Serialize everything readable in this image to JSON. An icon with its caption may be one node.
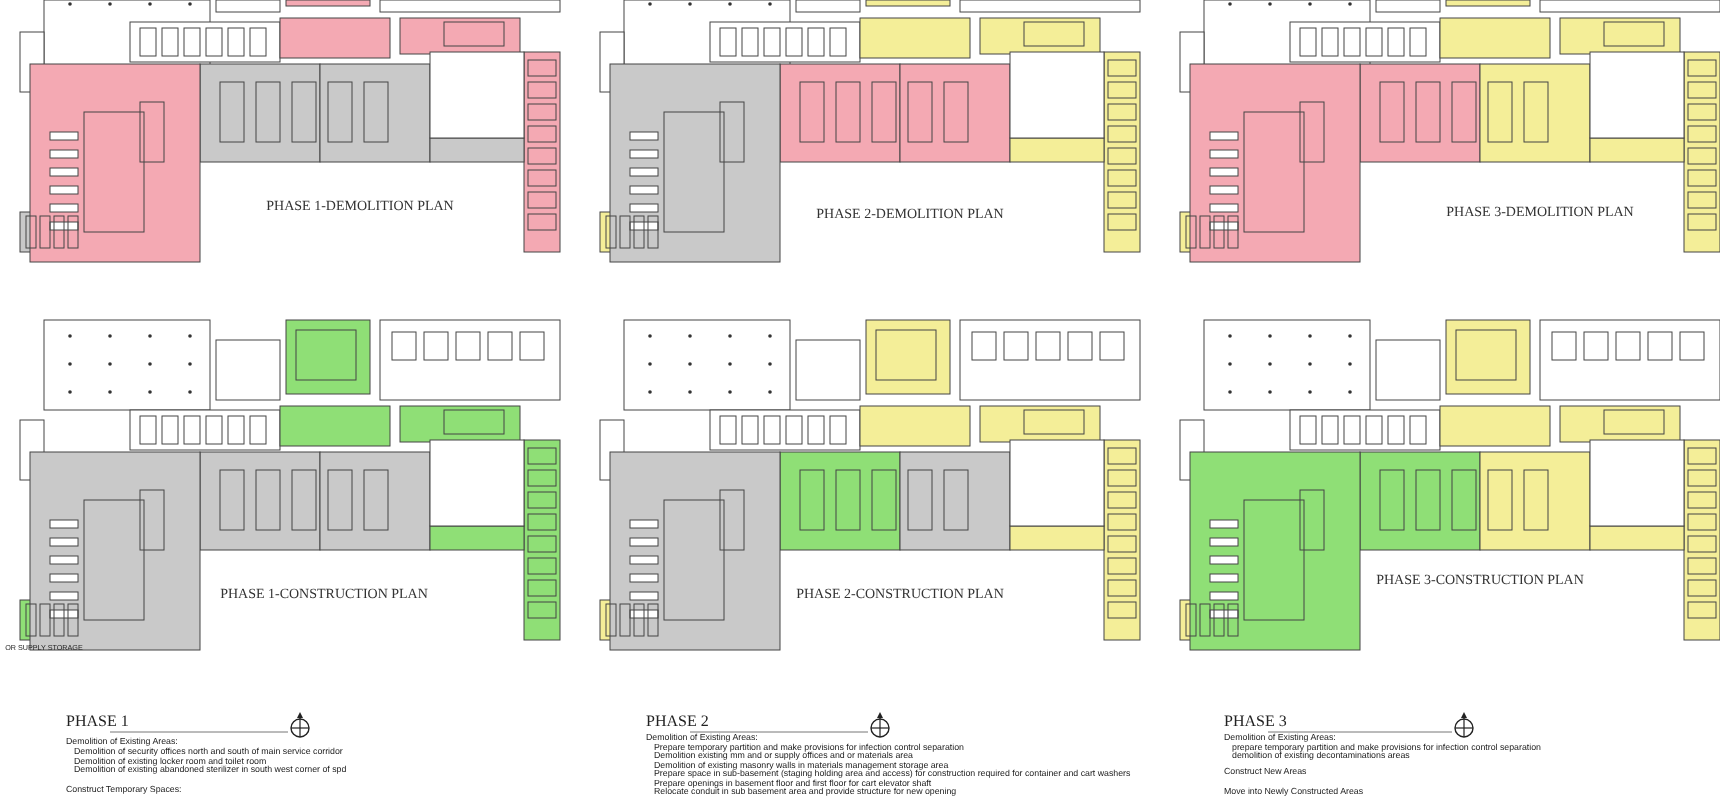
{
  "diagram": {
    "labels": [
      "PHASE 1-DEMOLITION PLAN",
      "PHASE 2-DEMOLITION PLAN",
      "PHASE 3-DEMOLITION PLAN",
      "PHASE 1-CONSTRUCTION PLAN",
      "OR SUPPLY STORAGE",
      "PHASE 2-CONSTRUCTION PLAN",
      "PHASE 3-CONSTRUCTION PLAN",
      "PHASE 1",
      "Demolition of Existing Areas:",
      "Demolition of security offices north and south of main service corridor",
      "Demolition of existing locker room and toilet room",
      "Demolition of existing abandoned sterilizer in south west corner of spd",
      "Construct Temporary Spaces:",
      "PHASE 2",
      "Demolition of Existing Areas:",
      "Prepare temporary partition and make provisions for infection control separation",
      "Demolition existing mm and or supply offices and or materials area",
      "Demolition of existing masonry walls in materials management storage area",
      "Prepare space in sub-basement (staging holding area and access) for construction required for container and cart washers",
      "Prepare openings in basement floor and first floor for cart elevator shaft",
      "Relocate conduit in sub basement area and provide structure for new opening",
      "PHASE 3",
      "Demolition of Existing Areas:",
      "prepare temporary partition and make provisions for infection control separation",
      "demolition of existing decontaminations areas",
      "Construct New Areas",
      "Move into Newly Constructed Areas"
    ]
  }
}
